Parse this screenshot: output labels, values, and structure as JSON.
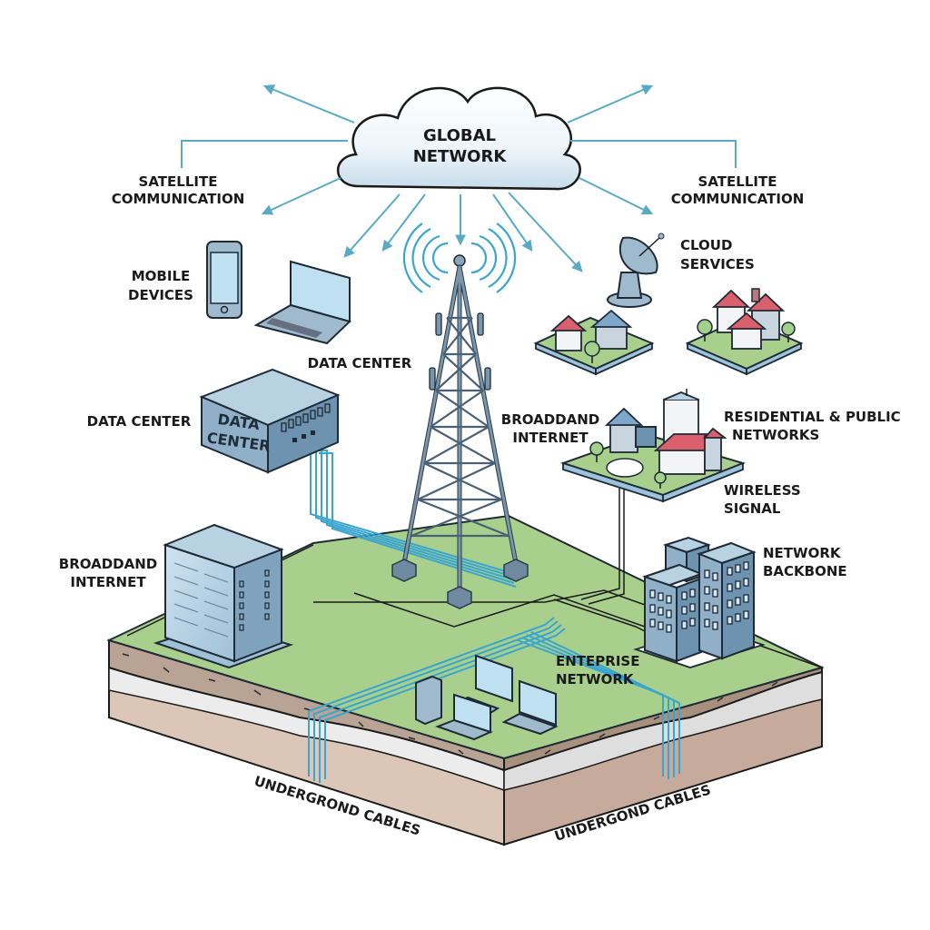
{
  "diagram": {
    "cloud": {
      "line1": "GLOBAL",
      "line2": "NETWORK"
    },
    "labels": {
      "satellite_left": {
        "line1": "SATELLITE",
        "line2": "COMMUNICATION"
      },
      "satellite_right": {
        "line1": "SATELLITE",
        "line2": "COMMUNICATION"
      },
      "mobile_devices": {
        "line1": "MOBILE",
        "line2": "DEVICES"
      },
      "cloud_services": {
        "line1": "CLOUD",
        "line2": "SERVICES"
      },
      "data_center_top": "DATA CENTER",
      "data_center_left": "DATA CENTER",
      "data_center_box": {
        "line1": "DATA",
        "line2": "CENTER"
      },
      "broadband_right": {
        "line1": "BROADDAND",
        "line2": "INTERNET"
      },
      "residential": {
        "line1": "RESIDENTIAL & PUBLIC",
        "line2": "NETWORKS"
      },
      "wireless": {
        "line1": "WIRELESS",
        "line2": "SIGNAL"
      },
      "broadband_left": {
        "line1": "BROADDAND",
        "line2": "INTERNET"
      },
      "network_backbone": {
        "line1": "NETWORK",
        "line2": "BACKBONE"
      },
      "enterprise": {
        "line1": "ENTEPRISE",
        "line2": "NETWORK"
      },
      "underground_left": "UNDERGROND CABLES",
      "underground_right": "UNDERGOND CABLES"
    },
    "icons": [
      "cloud-icon",
      "cell-tower-icon",
      "satellite-dish-icon",
      "smartphone-icon",
      "laptop-icon",
      "server-box-icon",
      "server-rack-icon",
      "office-building-icon",
      "house-icon",
      "tree-icon",
      "desktop-computer-icon"
    ],
    "colors": {
      "cable": "#3aa6cf",
      "arrow": "#5aaac4",
      "grass": "#a9cf8c",
      "soil_dark": "#b9a394",
      "soil_light": "#e9e9ea",
      "soil_base": "#dcc6b8",
      "roof": "#d9606c",
      "building": "#8fb0c8"
    }
  }
}
